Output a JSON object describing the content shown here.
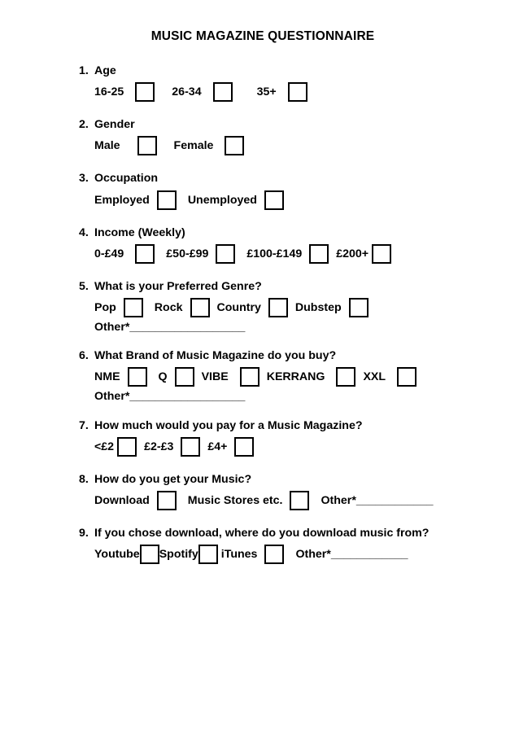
{
  "document": {
    "title": "MUSIC MAGAZINE QUESTIONNAIRE",
    "background_color": "#ffffff",
    "text_color": "#000000"
  },
  "questions": [
    {
      "number": "1.",
      "text": "Age",
      "options": [
        {
          "label": "16-25"
        },
        {
          "label": "26-34"
        },
        {
          "label": "35+"
        }
      ],
      "other": null
    },
    {
      "number": "2.",
      "text": "Gender",
      "options": [
        {
          "label": "Male"
        },
        {
          "label": "Female"
        }
      ],
      "other": null
    },
    {
      "number": "3.",
      "text": "Occupation",
      "options": [
        {
          "label": "Employed"
        },
        {
          "label": "Unemployed"
        }
      ],
      "other": null
    },
    {
      "number": "4.",
      "text": "Income (Weekly)",
      "options": [
        {
          "label": "0-£49"
        },
        {
          "label": "£50-£99"
        },
        {
          "label": "£100-£149"
        },
        {
          "label": "£200+"
        }
      ],
      "other": null
    },
    {
      "number": "5.",
      "text": "What is your Preferred Genre?",
      "options": [
        {
          "label": "Pop"
        },
        {
          "label": "Rock"
        },
        {
          "label": "Country"
        },
        {
          "label": "Dubstep"
        }
      ],
      "other": {
        "label": "Other*",
        "blank": "__________________"
      }
    },
    {
      "number": "6.",
      "text": "What Brand of Music Magazine do you buy?",
      "options": [
        {
          "label": "NME"
        },
        {
          "label": "Q"
        },
        {
          "label": "VIBE"
        },
        {
          "label": "KERRANG"
        },
        {
          "label": "XXL"
        }
      ],
      "other": {
        "label": "Other*",
        "blank": "__________________"
      }
    },
    {
      "number": "7.",
      "text": "How much would you pay for a Music Magazine?",
      "options": [
        {
          "label": "<£2"
        },
        {
          "label": "£2-£3"
        },
        {
          "label": "£4+"
        }
      ],
      "other": null
    },
    {
      "number": "8.",
      "text": "How do you get your Music?",
      "options": [
        {
          "label": "Download"
        },
        {
          "label": "Music Stores etc."
        }
      ],
      "other_inline": {
        "label": "Other*",
        "blank": "____________"
      }
    },
    {
      "number": "9.",
      "text": "If you chose download, where do you download music from?",
      "options": [
        {
          "label": "Youtube"
        },
        {
          "label": "Spotify"
        },
        {
          "label": "iTunes"
        }
      ],
      "other_inline": {
        "label": "Other*",
        "blank": "____________"
      }
    }
  ]
}
